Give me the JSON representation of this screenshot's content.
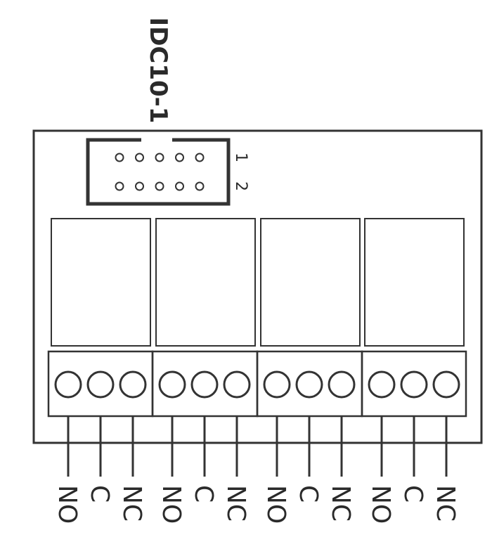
{
  "connector": {
    "label": "IDC10-1",
    "row_labels": [
      "1",
      "2"
    ],
    "pins_per_row": 5
  },
  "relays": [
    {
      "terminals": [
        "NO",
        "C",
        "NC"
      ]
    },
    {
      "terminals": [
        "NO",
        "C",
        "NC"
      ]
    },
    {
      "terminals": [
        "NO",
        "C",
        "NC"
      ]
    },
    {
      "terminals": [
        "NO",
        "C",
        "NC"
      ]
    }
  ],
  "colors": {
    "line": "#333333",
    "background": "#ffffff"
  }
}
